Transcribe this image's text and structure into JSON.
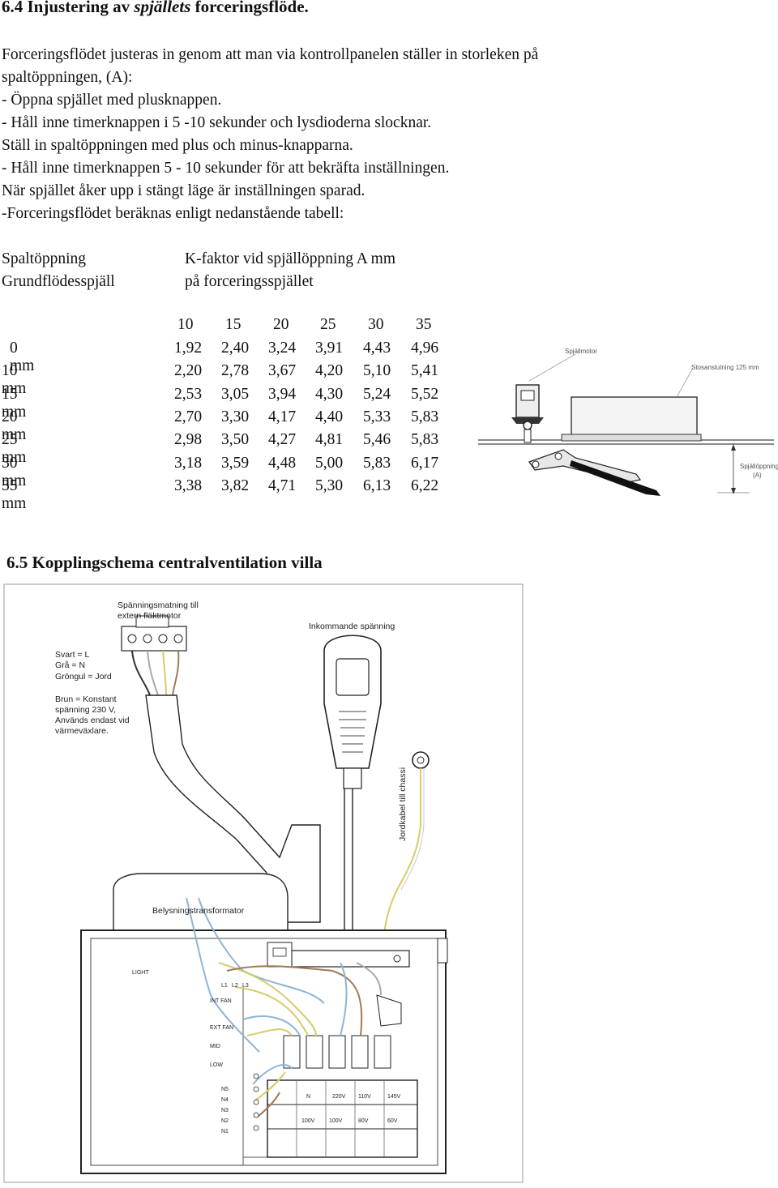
{
  "section1": {
    "heading_num": "6.4 Injustering av ",
    "heading_em": "spjällets",
    "heading_rest": " forceringsflöde.",
    "lines": [
      "Forceringsflödet justeras in genom att man via kontrollpanelen ställer in storleken på",
      "spaltöppningen, (A):",
      "- Öppna spjället med plusknappen.",
      "- Håll inne timerknappen i 5 -10 sekunder och lysdioderna slocknar.",
      "Ställ in spaltöppningen med plus och minus-knapparna.",
      "- Håll inne timerknappen 5 - 10 sekunder för att bekräfta inställningen.",
      "När spjället åker upp i stängt läge är inställningen sparad.",
      "-Forceringsflödet beräknas enligt nedanstående tabell:"
    ]
  },
  "table": {
    "header_left_1": "Spaltöppning",
    "header_left_2": "Grundflödesspjäll",
    "header_right_1": "K-faktor vid spjällöppning A mm",
    "header_right_2": "på forceringsspjället",
    "columns": [
      "10",
      "15",
      "20",
      "25",
      "30",
      "35"
    ],
    "rows": [
      {
        "label": "0 mm",
        "values": [
          "1,92",
          "2,40",
          "3,24",
          "3,91",
          "4,43",
          "4,96"
        ]
      },
      {
        "label": "10 mm",
        "values": [
          "2,20",
          "2,78",
          "3,67",
          "4,20",
          "5,10",
          "5,41"
        ]
      },
      {
        "label": "15 mm",
        "values": [
          "2,53",
          "3,05",
          "3,94",
          "4,30",
          "5,24",
          "5,52"
        ]
      },
      {
        "label": "20 mm",
        "values": [
          "2,70",
          "3,30",
          "4,17",
          "4,40",
          "5,33",
          "5,83"
        ]
      },
      {
        "label": "25 mm",
        "values": [
          "2,98",
          "3,50",
          "4,27",
          "4,81",
          "5,46",
          "5,83"
        ]
      },
      {
        "label": "30 mm",
        "values": [
          "3,18",
          "3,59",
          "4,48",
          "5,00",
          "5,83",
          "6,17"
        ]
      },
      {
        "label": "35 mm",
        "values": [
          "3,38",
          "3,82",
          "4,71",
          "5,30",
          "6,13",
          "6,22"
        ]
      }
    ]
  },
  "damper_figure": {
    "label_motor": "Spjällmotor",
    "label_connection": "Stosanslutning 125 mm",
    "label_opening_1": "Spjällöppning",
    "label_opening_2": "(A)"
  },
  "section2": {
    "heading": "6.5 Kopplingschema centralventilation villa"
  },
  "wiring": {
    "supply_label_1": "Spänningsmatning till",
    "supply_label_2": "extern fläktmotor",
    "incoming_label": "Inkommande spänning",
    "legend_black": "Svart = L",
    "legend_grey": "Grå = N",
    "legend_green": "Gröngul = Jord",
    "legend_brown_1": "Brun = Konstant",
    "legend_brown_2": "spänning 230 V,",
    "legend_brown_3": "Används endast vid",
    "legend_brown_4": "värmeväxlare.",
    "earth_cable": "Jordkabel till chassi",
    "transformer": "Belysningstransformator",
    "light": "LIGHT",
    "int_fan": "INT FAN",
    "ext_fan": "EXT FAN",
    "mid": "MID",
    "low": "LOW",
    "n_labels": [
      "N5",
      "N4",
      "N3",
      "N2",
      "N1"
    ],
    "l_labels": [
      "L1",
      "L2",
      "L3"
    ],
    "terminal_top": [
      "N",
      "220V",
      "110V",
      "145V"
    ],
    "terminal_bottom": [
      "100V",
      "100V",
      "80V",
      "60V"
    ]
  },
  "colors": {
    "text": "#111111",
    "wire_yellow": "#d8cc6a",
    "wire_blue": "#8fb4d8",
    "wire_brown": "#a07a55",
    "line": "#222222"
  }
}
